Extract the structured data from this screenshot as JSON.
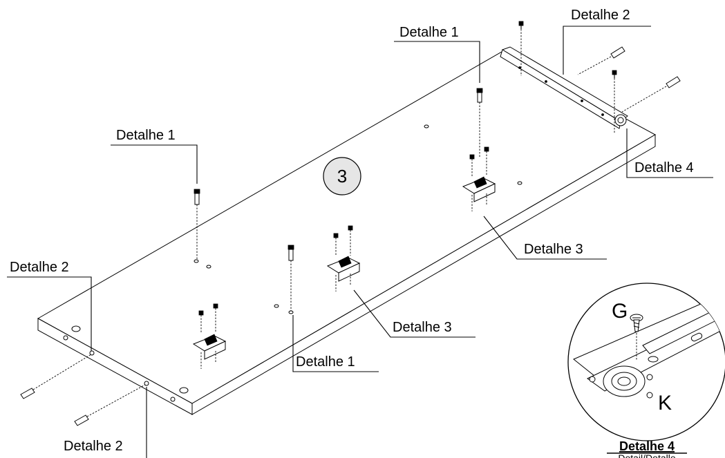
{
  "step_number": "3",
  "callouts": {
    "d1_top": "Detalhe 1",
    "d1_left": "Detalhe 1",
    "d1_bottom": "Detalhe 1",
    "d2_top": "Detalhe 2",
    "d2_left": "Detalhe 2",
    "d2_bottom": "Detalhe 2",
    "d3_right": "Detalhe 3",
    "d3_mid": "Detalhe 3",
    "d4": "Detalhe 4"
  },
  "detail4": {
    "part_g": "G",
    "part_k": "K",
    "title": "Detalhe 4",
    "subtitle": "Detail/Detalle"
  }
}
